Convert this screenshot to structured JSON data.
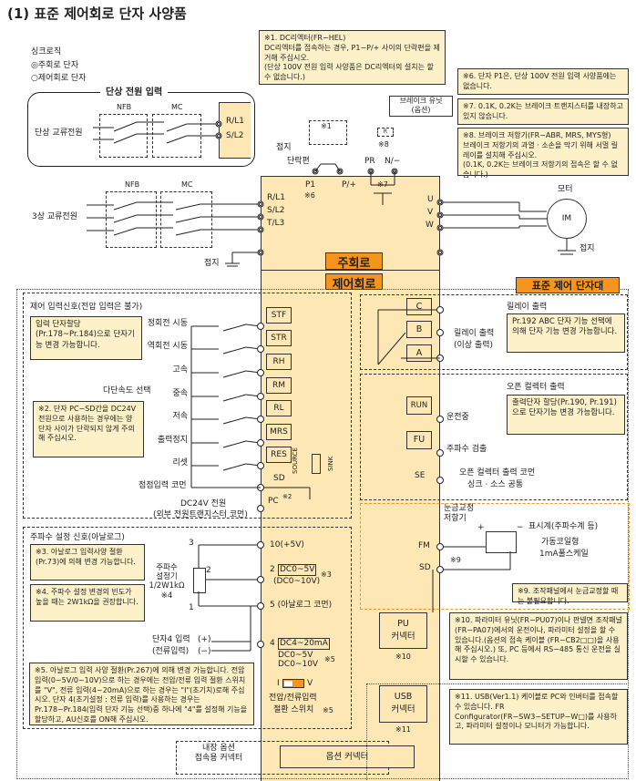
{
  "title": "(1) 표준 제어회로 단자 사양품",
  "legend": {
    "heading": "싱크로직",
    "main": "◎주회로 단자",
    "control": "○제어회로 단자"
  },
  "single_phase": {
    "title": "단상 전원 입력",
    "nfb": "NFB",
    "mc": "MC",
    "source": "단상 교류전원",
    "r": "R/L1",
    "s": "S/L2"
  },
  "three_phase": {
    "nfb": "NFB",
    "mc": "MC",
    "source": "3상 교류전원",
    "ground": "접지"
  },
  "main_circuit": {
    "label": "주회로",
    "r": "R/L1",
    "s": "S/L2",
    "t": "T/L3",
    "u": "U",
    "v": "V",
    "w": "W",
    "p1": "P1",
    "p1_note": "※6",
    "pplus": "P/+",
    "pr": "PR",
    "nminus": "N/−",
    "tr_note": "※7",
    "jumper": "단락편",
    "ground": "접지",
    "dcl_note": "※1",
    "r_label": "R",
    "r_note": "※8",
    "brake_unit": "브레이크 유닛\n(옵션)"
  },
  "motor": {
    "label": "모터",
    "im": "IM",
    "ground": "접지"
  },
  "notes": {
    "n1": "※1. DC리엑터(FR−HEL)\nDC리엑터를 접속하는 경우, P1−P/+ 사이의 단락편을 제거해 주십시오.\n(단상 100V 전원 입력 사양품은 DC리엑터의 설치는 할 수 없습니다.)",
    "n6": "※6. 단자 P1은, 단상 100V 전원 입력 사양품에는 없습니다.",
    "n7": "※7. 0.1K, 0.2K는 브레이크 트랜지스터를 내장하고 있지 않습니다.",
    "n8": "※8. 브레이크 저항기(FR−ABR, MRS, MYS형)\n브레이크 저항기의 과열 · 소손을 막기 위해 서멀 릴레이를 설치해 주십시오.\n(0.1K, 0.2K는 브레이크 저항기의 접속은 할 수 없습니다.)",
    "n2": "※2. 단자 PC−SD간을 DC24V 전원으로 사용하는 경우에는 양단자 사이가 단락되지 않게 주의해 주십시오.",
    "n3": "※3. 아날로그 입력사양 절환 (Pr.73)에 의해 변경 가능합니다.",
    "n4": "※4. 주파수 설정 변경의 빈도가 높을 때는 2W1kΩ을 권장합니다.",
    "n5": "※5. 아날로그 입력 사양 절환(Pr.267)에 의해 변경 가능합니다.\n전압입력(0~5V/0~10V)으로 하는 경우에는 전압/전류 입력 절환 스위치를 \"V\", 전류 입력(4~20mA)으로 하는 경우는 \"I\"(초기치)로해 주십시오. 단자 4(초기설정 : 전류 입력)를 사용하는 경우는 Pr.178~Pr.184(입력 단자 기능 선택)중 하나에 \"4\"를 설정해 기능을 할당하고, AU신호를 ON해 주십시오.",
    "n9": "※9. 조작패널에서 눈금교정할 때는 불필요합니다.",
    "n10": "※10. 파라미터 유닛(FR−PU07)이나 판넬면 조작패널 (FR−PA07)에서의 운전이나, 파라미터 설정을 할 수 있습니다.(옵션의 접속 케이블 (FR−CB2□□)을 사용해 주십시오.)\n또, PC 등에서 RS−485 통신 운전을 실시할 수 있습니다.",
    "n11": "※11. USB(Ver1.1) 케이블로 PC와 인버터를 접속할 수 있습니다.\nFR Configurator(FR−SW3−SETUP−W□)를 사용하고, 파라미터 설정이나 모니터가 가능합니다."
  },
  "control_circuit": {
    "label": "제어회로",
    "terminal_block": "표준 제어 단자대"
  },
  "inputs": {
    "title": "제어 입력신호(전압 입력은 불가)",
    "assign_note": "입력 단자할당(Pr.178~Pr.184)으로 단자기능 변경 가능합니다.",
    "multi_speed": "다단속도 선택",
    "rows": [
      {
        "label": "정회전 시동",
        "terminal": "STF"
      },
      {
        "label": "역회전 시동",
        "terminal": "STR"
      },
      {
        "label": "고속",
        "terminal": "RH"
      },
      {
        "label": "중속",
        "terminal": "RM"
      },
      {
        "label": "저속",
        "terminal": "RL"
      },
      {
        "label": "출력정지",
        "terminal": "MRS"
      },
      {
        "label": "리셋",
        "terminal": "RES"
      }
    ],
    "common": "점점입력 코먼",
    "sd": "SD",
    "pc": "PC",
    "pc_note": "※2",
    "dc24": "DC24V 전원",
    "dc24_sub": "(외부 전원트랜지스터 코먼)",
    "source": "SOURCE",
    "sink": "SINK"
  },
  "analog": {
    "title": "주파수 설정 신호(아날로그)",
    "pot": "주파수\n설정기\n1/2W1kΩ\n※4",
    "pin3": "3",
    "pin2": "2",
    "pin1": "1",
    "t10": "10(+5V)",
    "t2": "2",
    "t2_range": "DC0~5V",
    "t2_alt": "(DC0~10V)",
    "t2_note": "※3",
    "t5": "5 (아날로그 코먼)",
    "in4": "단자4 입력",
    "in4_sub": "(전류입력)",
    "plus": "(+)",
    "minus": "(−)",
    "t4": "4",
    "t4_range": "DC4~20mA",
    "t4_alt1": "DC0~5V",
    "t4_alt2": "DC0~10V",
    "t4_note": "※5",
    "sw_i": "I",
    "sw_v": "V",
    "sw_label": "전압/전류입력",
    "sw_label2": "절환 스위치",
    "sw_note": "※5"
  },
  "relay": {
    "title": "릴레이 출력",
    "note": "Pr.192 ABC 단자 기능 선택에 의해 단자 기능 변경 가능합니다.",
    "c": "C",
    "b": "B",
    "a": "A",
    "label": "릴레이 출력",
    "sub": "(이상 출력)"
  },
  "open_collector": {
    "title": "오픈 컬렉터 출력",
    "note": "출력단자 할당(Pr.190, Pr.191)으로 단자기능 변경 가능합니다.",
    "run": "RUN",
    "run_label": "운전중",
    "fu": "FU",
    "fu_label": "주파수 검출",
    "se": "SE",
    "se_label": "오픈 컬렉터 출력 코먼",
    "se_label2": "싱크 · 소스 공통"
  },
  "meter": {
    "calib": "눈금교정\n저항기",
    "fm": "FM",
    "sd": "SD",
    "note": "※9",
    "plus": "+",
    "minus": "−",
    "label": "표시계(주파수계 등)",
    "type1": "가동코일형",
    "type2": "1mA풀스케일"
  },
  "connectors": {
    "pu": "PU\n커넥터",
    "pu_note": "※10",
    "usb": "USB\n커넥터",
    "usb_note": "※11",
    "builtin": "내장 옵션\n접속용 커넥터",
    "option": "옵션 커넥터"
  },
  "colors": {
    "tan": "#fde8b5",
    "orange": "#f7941d",
    "note_bg": "#fdf1c9"
  }
}
